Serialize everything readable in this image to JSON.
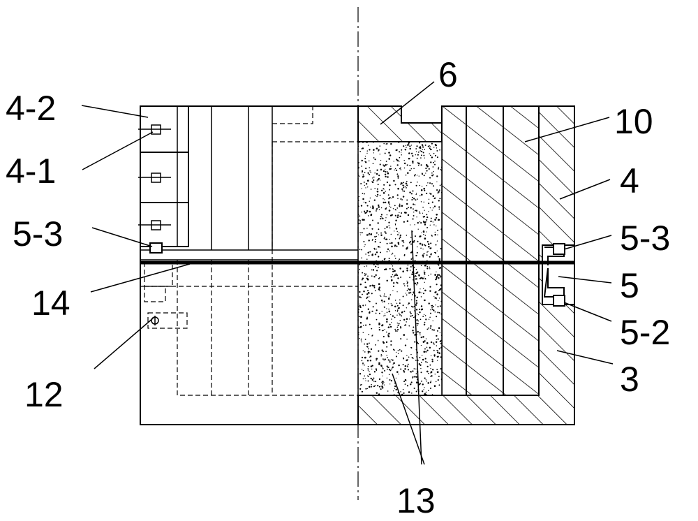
{
  "labels": {
    "l4_2": "4-2",
    "l4_1": "4-1",
    "l5_3_left": "5-3",
    "l14": "14",
    "l12": "12",
    "l6": "6",
    "l10": "10",
    "l4": "4",
    "l5_3_right": "5-3",
    "l5": "5",
    "l5_2": "5-2",
    "l3": "3",
    "l13": "13"
  },
  "colors": {
    "line": "#000000",
    "background": "#ffffff"
  }
}
